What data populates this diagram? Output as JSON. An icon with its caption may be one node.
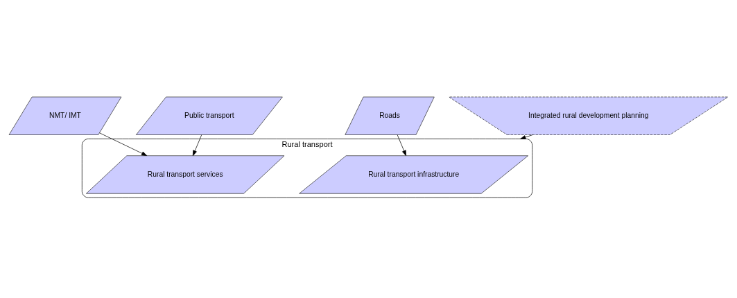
{
  "diagram": {
    "nodes": [
      {
        "text": [
          "Roads"
        ]
      },
      {
        "text": [
          "NMT/ IMT"
        ]
      },
      {
        "text": [
          "Public transport"
        ]
      },
      {
        "text": [
          "Rural transport"
        ]
      },
      {
        "text": [
          "Rural transport infrastructure"
        ],
        "in": 3
      },
      {
        "text": [
          "Rural transport services"
        ],
        "in": 3
      },
      {
        "text": [
          "Integrated rural development planning"
        ]
      }
    ],
    "edges": [
      {
        "from": 0,
        "to": 4,
        "arrow": "to"
      },
      {
        "from": 1,
        "to": 5,
        "arrow": "to"
      },
      {
        "from": 2,
        "to": 5,
        "arrow": "to"
      },
      {
        "from": 6,
        "to": 3,
        "arrow": "to"
      }
    ]
  }
}
